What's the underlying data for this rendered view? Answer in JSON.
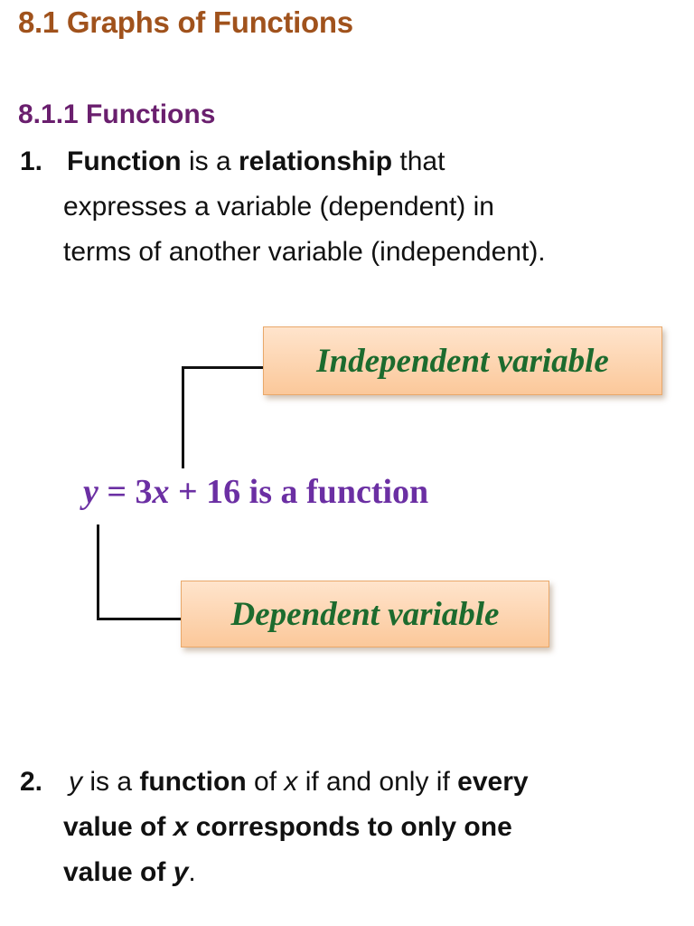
{
  "section": {
    "title": "8.1 Graphs of Functions",
    "subtitle": "8.1.1 Functions"
  },
  "point1": {
    "number": "1.",
    "term": "Function",
    "text_a": " is a ",
    "bold_b": "relationship",
    "text_c": " that",
    "line2": "expresses a variable (dependent) in",
    "line3": "terms of another variable (independent)."
  },
  "diagram": {
    "independent_label": "Independent variable",
    "dependent_label": "Dependent variable",
    "equation": {
      "y": "y",
      "mid": " = 3",
      "x": "x",
      "tail": " + 16 is a function"
    }
  },
  "point2": {
    "number": "2.",
    "y1": "y",
    "t1": " is a ",
    "b1": "function",
    "t2": " of ",
    "x1": "x",
    "t3": " if and only if ",
    "b2": "every",
    "line2_a": "value of ",
    "line2_x": "x",
    "line2_b": " corresponds to only one",
    "line3_a": "value of ",
    "line3_y": "y",
    "line3_b": "."
  },
  "colors": {
    "title": "#a0521c",
    "subtitle": "#6a1f6e",
    "equation": "#6b2fa3",
    "box_text": "#1c6b2e",
    "box_fill": "#fbc89a"
  }
}
